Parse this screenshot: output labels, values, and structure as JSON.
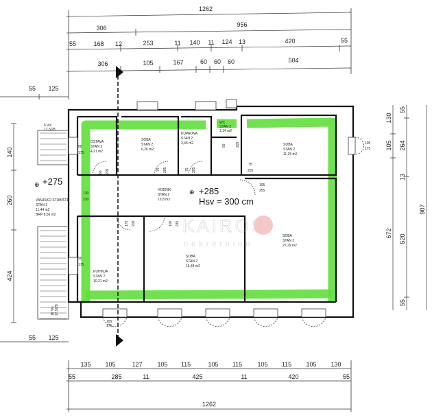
{
  "dimensions": {
    "top": {
      "row1": [
        "1262"
      ],
      "row2": [
        "306",
        "956"
      ],
      "row3": [
        "55",
        "168",
        "12",
        "253",
        "11",
        "140",
        "11",
        "124",
        "13",
        "420",
        "55"
      ],
      "row4": [
        "306",
        "105",
        "167",
        "60",
        "60",
        "60",
        "504"
      ],
      "left_top": [
        "55",
        "125"
      ]
    },
    "left": [
      "140",
      "260",
      "424"
    ],
    "left_bottom": [
      "55",
      "125"
    ],
    "right": {
      "col1": [
        "130",
        "105",
        "672"
      ],
      "col2": [
        "55",
        "264",
        "13",
        "520",
        "55"
      ],
      "col3": [
        "907"
      ]
    },
    "bottom": {
      "row1": [
        "135",
        "105",
        "127",
        "105",
        "115",
        "105",
        "115",
        "105",
        "115",
        "105",
        "130"
      ],
      "row2": [
        "55",
        "285",
        "11",
        "425",
        "11",
        "420",
        "55"
      ],
      "row3": [
        "1262"
      ]
    }
  },
  "rooms": [
    {
      "name": "OSTAVA",
      "stan": "STAN 2",
      "area": "4,21 m2"
    },
    {
      "name": "SOBA",
      "stan": "STAN 2",
      "area": "6,26 m2"
    },
    {
      "name": "KUPAONA",
      "stan": "STAN 2",
      "area": "3,46 m2"
    },
    {
      "name": "WC",
      "stan": "STAN 2",
      "area": "1,14 m2"
    },
    {
      "name": "SOBA",
      "stan": "STAN 2",
      "area": "11,25 m2"
    },
    {
      "name": "HODNIK",
      "stan": "STAN 2",
      "area": "13,8 m2"
    },
    {
      "name": "KUHINJA",
      "stan": "STAN 2",
      "area": "10,21 m2"
    },
    {
      "name": "SOBA",
      "stan": "STAN 2",
      "area": "15,44 m2"
    },
    {
      "name": "SOBA",
      "stan": "STAN 2",
      "area": "22,29 m2"
    }
  ],
  "stairs": {
    "level": "+275",
    "name": "VANJSKO STUBIŠTE",
    "stan": "STAN 2",
    "area": "11,44 m2",
    "brp": "BRP 8,56 m2",
    "top_steps": "6 Vis",
    "top_steps_dim": "17,5/28",
    "bottom_steps": "16 Vis",
    "bottom_steps_dim": "17,5/28"
  },
  "level_mark": {
    "level": "+285",
    "height": "Hsv = 300 cm"
  },
  "openings": {
    "ostava_win": [
      "80",
      "175"
    ],
    "ostava_door": [
      "60",
      "205"
    ],
    "soba_door": [
      "75",
      "205"
    ],
    "kupaona_door": [
      "75",
      "205"
    ],
    "wc_door": [
      "65",
      "205"
    ],
    "soba_r_door": [
      "75",
      "255"
    ],
    "entrance": [
      "130",
      "230"
    ],
    "hall_door": [
      "175",
      "205"
    ],
    "soba15_door": [
      "100",
      "230"
    ],
    "soba22_door": [
      "105",
      "255"
    ],
    "kuhinja_win": [
      "90",
      "175"
    ],
    "right_win": [
      "105",
      "175"
    ],
    "bottom_win": [
      "105",
      "175"
    ]
  },
  "watermark": {
    "brand": "KAIROS",
    "sub": "nekretnine"
  },
  "colors": {
    "highlight": "#5fe03a",
    "watermark": "#d9534f"
  }
}
